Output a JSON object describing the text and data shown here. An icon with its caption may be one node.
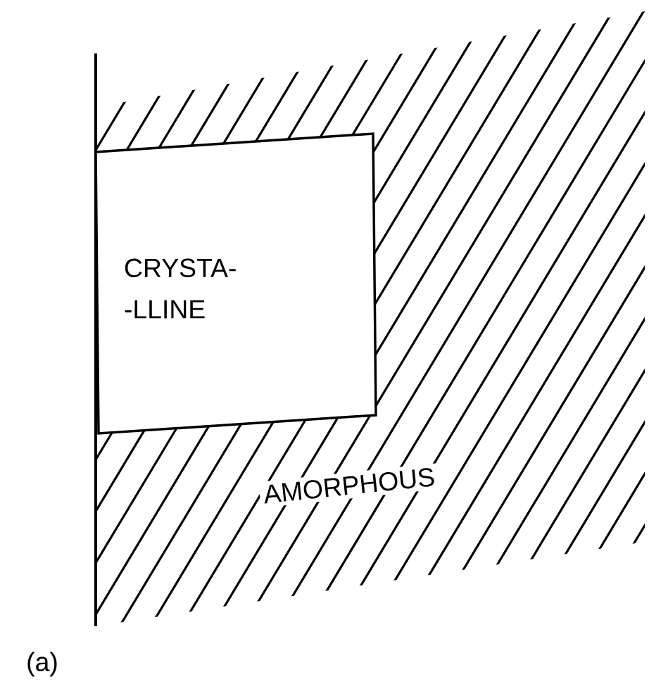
{
  "diagram": {
    "nodes": [
      {
        "text": [
          "AMORPHOUS"
        ]
      },
      {
        "text": [
          "CRYSTA- -LLINE"
        ],
        "in": 0
      }
    ],
    "labels": [
      "(a)"
    ]
  }
}
